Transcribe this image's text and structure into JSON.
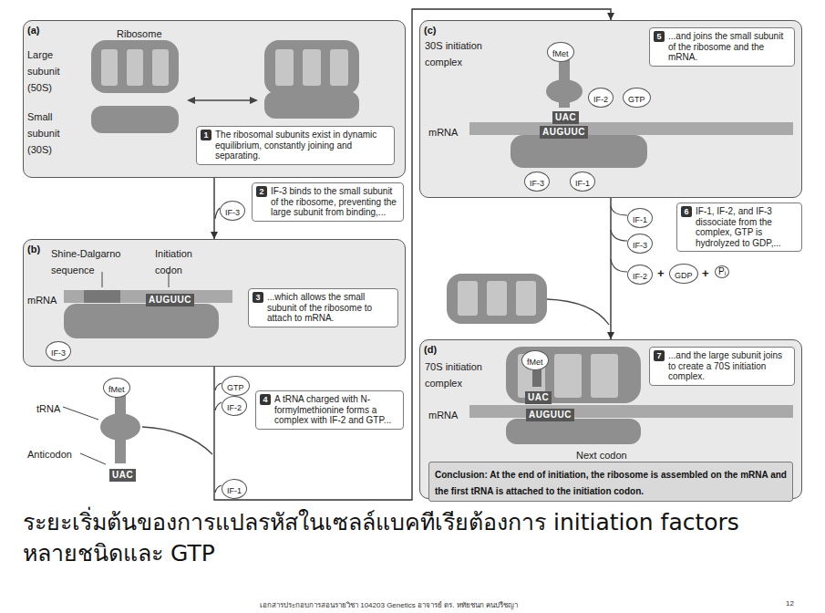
{
  "diagram": {
    "caption": "ระยะเริ่มต้นของการแปลรหัสในเซลล์แบคทีเรียต้องการ initiation factors หลายชนิดและ GTP",
    "nodes": [
      {
        "text": [
          "(a)"
        ]
      },
      {
        "text": [
          "1",
          "The ribosomal subunits exist in dynamic equilibrium, constantly joining and separating."
        ],
        "in": 0
      },
      {
        "text": [
          "IF-3"
        ]
      },
      {
        "text": [
          "2",
          "IF-3 binds to the small subunit of the ribosome, preventing the large subunit from binding,..."
        ]
      },
      {
        "text": [
          "(b)"
        ]
      },
      {
        "text": [
          "IF-3"
        ],
        "in": 4
      },
      {
        "text": [
          "3",
          "...which allows the small subunit of the ribosome to attach to mRNA."
        ],
        "in": 4
      },
      {
        "text": [
          "fMet"
        ]
      },
      {
        "text": [
          "GTP"
        ]
      },
      {
        "text": [
          "IF-2"
        ]
      },
      {
        "text": [
          "4",
          "A tRNA charged with N-formylmethionine forms a complex with IF-2 and GTP..."
        ]
      },
      {
        "text": [
          "IF-1"
        ]
      },
      {
        "text": [
          "(c)"
        ]
      },
      {
        "text": [
          "fMet"
        ],
        "in": 12
      },
      {
        "text": [
          "IF-2"
        ],
        "in": 12
      },
      {
        "text": [
          "GTP"
        ],
        "in": 12
      },
      {
        "text": [
          "5",
          "...and joins the small subunit of the ribosome and the mRNA."
        ],
        "in": 12
      },
      {
        "text": [
          "IF-3"
        ],
        "in": 12
      },
      {
        "text": [
          "IF-1"
        ],
        "in": 12
      },
      {
        "text": [
          "6",
          "IF-1, IF-2, and IF-3 dissociate from the complex, GTP is hydrolyzed to GDP,..."
        ]
      },
      {
        "text": [
          "IF-1"
        ]
      },
      {
        "text": [
          "IF-3"
        ]
      },
      {
        "text": [
          "IF-2"
        ]
      },
      {
        "text": [
          "GDP"
        ]
      },
      {
        "text": [
          "(d)"
        ]
      },
      {
        "text": [
          "fMet"
        ],
        "in": 24
      },
      {
        "text": [
          "7",
          "...and the large subunit joins to create a 70S initiation complex."
        ],
        "in": 24
      },
      {
        "text": [
          "Conclusion: At the end of initiation, the ribosome is assembled on the mRNA and the first tRNA is attached to the initiation codon."
        ],
        "in": 24
      }
    ],
    "edges": [
      {
        "from": 0,
        "to": 4,
        "arrow": "to"
      },
      {
        "from": 4,
        "to": 12,
        "arrow": "to"
      },
      {
        "from": 12,
        "to": 24,
        "arrow": "to"
      }
    ],
    "labels": [
      "Ribosome",
      "Large subunit (50S)",
      "Small subunit (30S)",
      "Shine-Dalgarno sequence",
      "Initiation codon",
      "mRNA",
      "AUGUUC",
      "tRNA",
      "Anticodon",
      "UAC",
      "30S initiation complex",
      "UAC",
      "mRNA",
      "AUGUUC",
      "+",
      "+",
      "Pᵢ",
      "70S initiation complex",
      "UAC",
      "mRNA",
      "AUGUUC",
      "Next codon",
      "เอกสารประกอบการสอนรายวิชา 104203 Genetics อาจารย์ ดร. หทัยชนก คนปรีชญา",
      "12"
    ]
  }
}
